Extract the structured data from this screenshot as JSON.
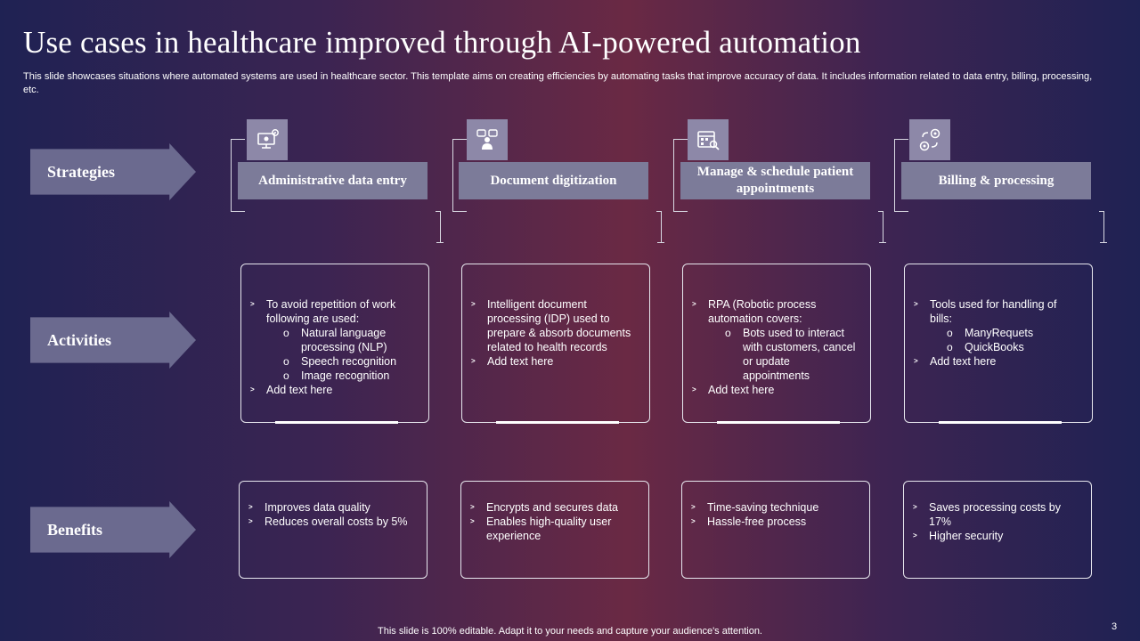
{
  "title": "Use cases in healthcare improved through AI-powered automation",
  "description": "This slide showcases situations where automated systems are used in healthcare sector. This template aims on creating efficiencies by automating tasks that improve accuracy of data. It includes information related to data entry, billing, processing, etc.",
  "rows": {
    "strategies": "Strategies",
    "activities": "Activities",
    "benefits": "Benefits"
  },
  "columns": [
    {
      "icon": "monitor-settings-icon",
      "strategy": "Administrative data entry",
      "activity": {
        "bullets": [
          "To avoid repetition of work following are used:",
          "Add text here"
        ],
        "sub": [
          "Natural language processing (NLP)",
          "Speech recognition",
          "Image recognition"
        ]
      },
      "benefits": [
        "Improves data quality",
        "Reduces overall costs by 5%"
      ]
    },
    {
      "icon": "document-chat-icon",
      "strategy": "Document digitization",
      "activity": {
        "bullets": [
          "Intelligent document processing (IDP) used to prepare & absorb documents related to health records",
          "Add text here"
        ],
        "sub": []
      },
      "benefits": [
        "Encrypts and secures data",
        "Enables high-quality user experience"
      ]
    },
    {
      "icon": "calendar-search-icon",
      "strategy": "Manage & schedule patient appointments",
      "activity": {
        "bullets": [
          "RPA (Robotic process automation covers:",
          "Add text here"
        ],
        "sub": [
          "Bots used to interact with customers, cancel or update appointments"
        ]
      },
      "benefits": [
        "Time-saving technique",
        "Hassle-free process"
      ]
    },
    {
      "icon": "coin-flow-icon",
      "strategy": "Billing & processing",
      "activity": {
        "bullets": [
          "Tools used for handling of bills:",
          "Add text here"
        ],
        "sub": [
          "ManyRequets",
          "QuickBooks"
        ]
      },
      "benefits": [
        "Saves processing costs by 17%",
        "Higher security"
      ]
    }
  ],
  "footer": "This slide is 100% editable. Adapt it to your needs and capture your audience's attention.",
  "page_number": "3",
  "colors": {
    "arrow": "#6b6a8f",
    "strategy_box": "#7c7b99",
    "icon_box": "#8d88a8",
    "outline": "#e7e7ee"
  }
}
